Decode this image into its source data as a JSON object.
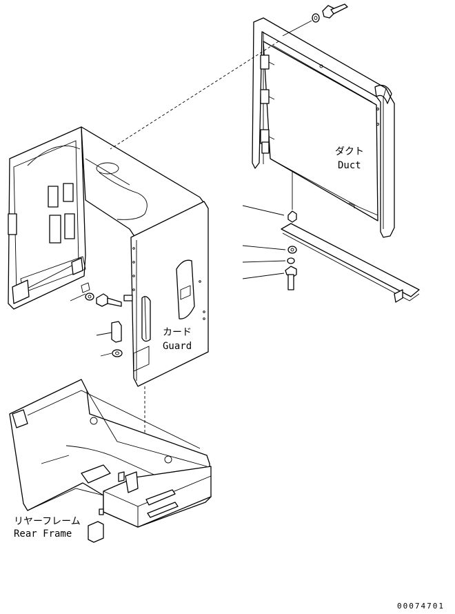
{
  "labels": {
    "duct_jp": "ダクト",
    "duct_en": "Duct",
    "guard_jp": "カード",
    "guard_en": "Guard",
    "rear_frame_jp": "リヤーフレーム",
    "rear_frame_en": "Rear Frame"
  },
  "drawing_number": "00074701"
}
